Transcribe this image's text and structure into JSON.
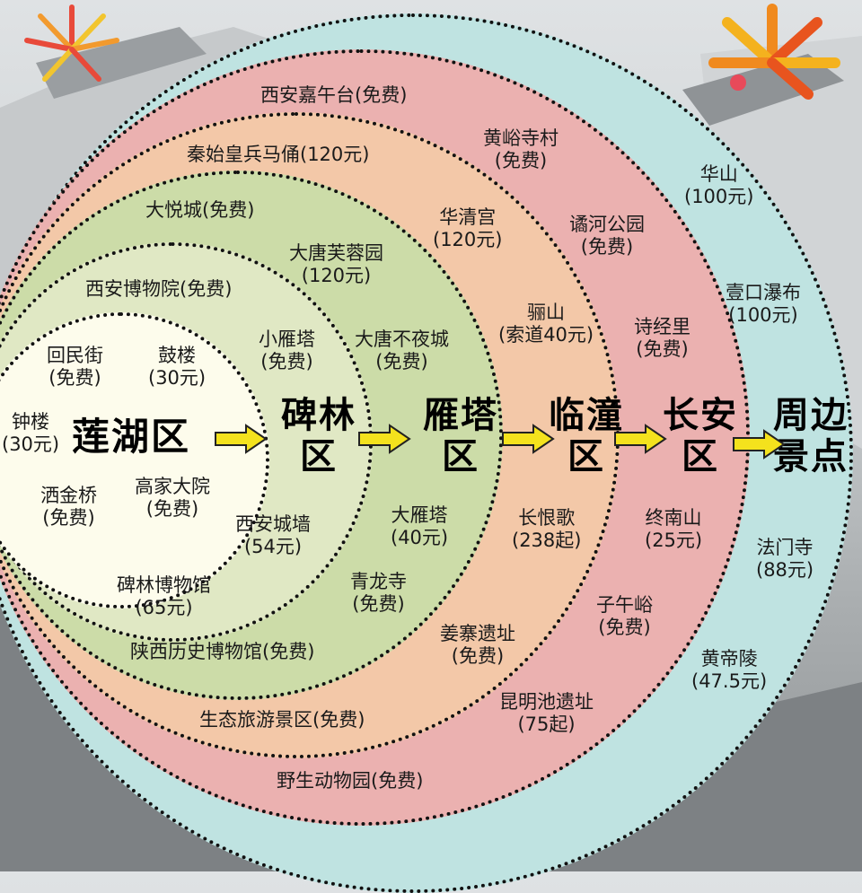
{
  "colors": {
    "outer": "#bfe3e1",
    "ring4": "#ebb1b0",
    "ring3": "#f3c8a8",
    "ring2": "#ccdca8",
    "ring1": "#e0e8c4",
    "core": "#fdfcec",
    "arrow": "#f4e21d"
  },
  "districts": {
    "lianhu": "莲湖区",
    "beilin_1": "碑林",
    "beilin_2": "区",
    "yanta_1": "雁塔",
    "yanta_2": "区",
    "lintong_1": "临潼",
    "lintong_2": "区",
    "changan_1": "长安",
    "changan_2": "区",
    "zhoubian_1": "周边",
    "zhoubian_2": "景点"
  },
  "sites": {
    "zhonglou": {
      "name": "钟楼",
      "price": "(30元)"
    },
    "huiminjie": {
      "name": "回民街",
      "price": "(免费)"
    },
    "gulou": {
      "name": "鼓楼",
      "price": "(30元)"
    },
    "sajinqiao": {
      "name": "洒金桥",
      "price": "(免费)"
    },
    "gaojiadayuan": {
      "name": "高家大院",
      "price": "(免费)"
    },
    "xianmuseum": {
      "name": "西安博物院(免费)"
    },
    "xiaoyanta": {
      "name": "小雁塔",
      "price": "(免费)"
    },
    "chengqiang": {
      "name": "西安城墙",
      "price": "(54元)"
    },
    "beilinmuseum": {
      "name": "碑林博物馆",
      "price": "(65元)"
    },
    "shaanximuseum": {
      "name": "陕西历史博物馆(免费)"
    },
    "dayuecheng": {
      "name": "大悦城(免费)"
    },
    "furongyuan": {
      "name": "大唐芙蓉园",
      "price": "(120元)"
    },
    "budiecheng": {
      "name": "大唐不夜城",
      "price": "(免费)"
    },
    "dayanta": {
      "name": "大雁塔",
      "price": "(40元)"
    },
    "qinglongsi": {
      "name": "青龙寺",
      "price": "(免费)"
    },
    "shengtai": {
      "name": "生态旅游景区(免费)"
    },
    "bingmayong": {
      "name": "秦始皇兵马俑(120元)"
    },
    "huaqinggong": {
      "name": "华清宫",
      "price": "(120元)"
    },
    "lishan": {
      "name": "骊山",
      "price": "(索道40元)"
    },
    "changhenge": {
      "name": "长恨歌",
      "price": "(238起)"
    },
    "jiangzhai": {
      "name": "姜寨遗址",
      "price": "(免费)"
    },
    "wuchatai": {
      "name": "西安嘉午台(免费)"
    },
    "huangyusi": {
      "name": "黄峪寺村",
      "price": "(免费)"
    },
    "juhe": {
      "name": "谲河公园",
      "price": "(免费)"
    },
    "shijingli": {
      "name": "诗经里",
      "price": "(免费)"
    },
    "zhongnanshan": {
      "name": "终南山",
      "price": "(25元)"
    },
    "ziwuyu": {
      "name": "子午峪",
      "price": "(免费)"
    },
    "kunmingchi": {
      "name": "昆明池遗址",
      "price": "(75起)"
    },
    "yesheng": {
      "name": "野生动物园(免费)"
    },
    "huashan": {
      "name": "华山",
      "price": "(100元)"
    },
    "hukou": {
      "name": "壹口瀑布",
      "price": "(100元)"
    },
    "famensi": {
      "name": "法门寺",
      "price": "(88元)"
    },
    "huangdiling": {
      "name": "黄帝陵",
      "price": "(47.5元)"
    }
  }
}
